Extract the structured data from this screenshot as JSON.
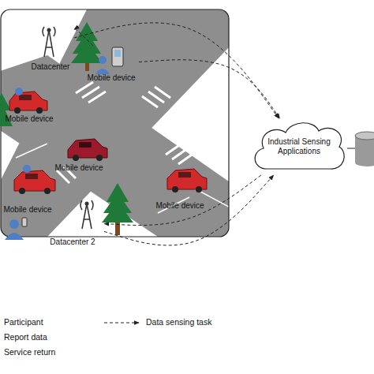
{
  "diagram": {
    "nodes": [
      {
        "text": [
          "Datacenter"
        ]
      },
      {
        "text": [
          "Mobile device"
        ]
      },
      {
        "text": [
          "Mobile device"
        ]
      },
      {
        "text": [
          "Industrial Sensing Applications"
        ]
      },
      {
        "text": [
          "Mobile device"
        ]
      },
      {
        "text": [
          "Mobile device"
        ]
      },
      {
        "text": [
          "Mobile device"
        ]
      },
      {
        "text": [
          "Datacenter 2"
        ]
      }
    ],
    "edges": [
      {
        "from": 1,
        "to": 0,
        "arrow": "to"
      },
      {
        "from": 0,
        "to": 3,
        "arrow": "to"
      },
      {
        "from": 1,
        "to": 3,
        "arrow": "to"
      },
      {
        "from": 7,
        "to": 3,
        "arrow": "to"
      },
      {
        "from": 3,
        "to": 7,
        "arrow": "to"
      }
    ],
    "legend": [
      {
        "text": "Participant"
      },
      {
        "text": "Report data"
      },
      {
        "text": "Service return"
      },
      {
        "text": "Data sensing task"
      }
    ]
  }
}
